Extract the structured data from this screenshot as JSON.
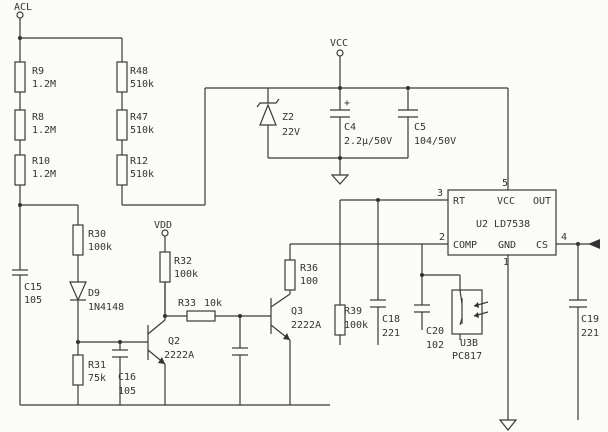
{
  "nets": {
    "acl": "ACL",
    "vcc_top": "VCC",
    "vdd": "VDD"
  },
  "components": {
    "R9": {
      "ref": "R9",
      "value": "1.2M"
    },
    "R8": {
      "ref": "R8",
      "value": "1.2M"
    },
    "R10": {
      "ref": "R10",
      "value": "1.2M"
    },
    "R48": {
      "ref": "R48",
      "value": "510k"
    },
    "R47": {
      "ref": "R47",
      "value": "510k"
    },
    "R12": {
      "ref": "R12",
      "value": "510k"
    },
    "C15": {
      "ref": "C15",
      "value": "105"
    },
    "R30": {
      "ref": "R30",
      "value": "100k"
    },
    "D9": {
      "ref": "D9",
      "value": "1N4148"
    },
    "R31": {
      "ref": "R31",
      "value": "75k"
    },
    "C16": {
      "ref": "C16",
      "value": "105"
    },
    "Q2": {
      "ref": "Q2",
      "value": "2222A"
    },
    "R32": {
      "ref": "R32",
      "value": "100k"
    },
    "R33": {
      "ref": "R33",
      "value": "10k"
    },
    "Q3": {
      "ref": "Q3",
      "value": "2222A"
    },
    "R36": {
      "ref": "R36",
      "value": "100"
    },
    "Z2": {
      "ref": "Z2",
      "value": "22V"
    },
    "C4": {
      "ref": "C4",
      "value": "2.2μ/50V"
    },
    "C5": {
      "ref": "C5",
      "value": "104/50V"
    },
    "R39": {
      "ref": "R39",
      "value": "100k"
    },
    "C18": {
      "ref": "C18",
      "value": "221"
    },
    "C20": {
      "ref": "C20",
      "value": "102"
    },
    "U3B": {
      "ref": "U3B",
      "value": "PC817"
    },
    "C19": {
      "ref": "C19",
      "value": "221"
    }
  },
  "ic": {
    "ref_part": "U2 LD7538",
    "pins": {
      "rt": "RT",
      "vcc": "VCC",
      "out": "OUT",
      "comp": "COMP",
      "gnd": "GND",
      "cs": "CS"
    },
    "pin_numbers": {
      "p3": "3",
      "p5": "5",
      "p2": "2",
      "p1": "1",
      "p4": "4"
    }
  },
  "symbols": {
    "polarity_plus": "+"
  }
}
